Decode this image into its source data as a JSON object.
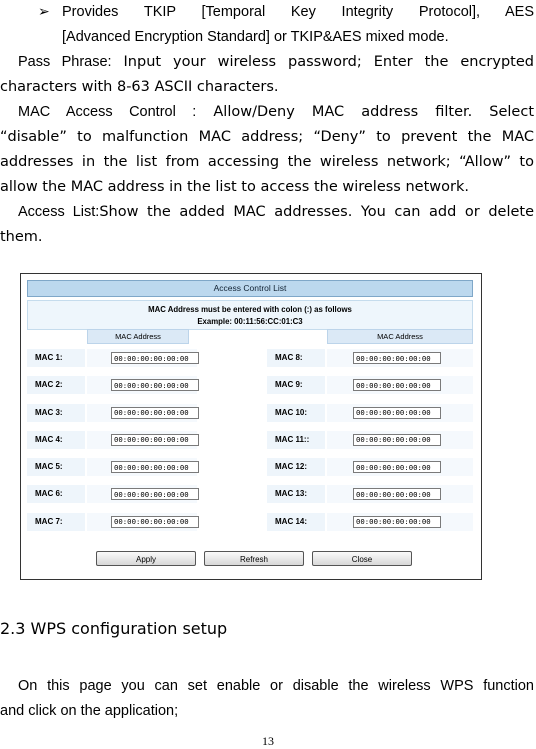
{
  "bullet": {
    "mark": "➢",
    "line1": "Provides TKIP [Temporal Key Integrity Protocol], AES",
    "line2": "[Advanced Encryption Standard] or TKIP&AES mixed mode."
  },
  "pass_phrase": {
    "label": "Pass Phrase:",
    "line1": " Input your wireless password; Enter the encrypted",
    "line2": "characters with 8-63 ASCII characters."
  },
  "mac_control": {
    "label": "MAC Access Control :",
    "line1": " Allow/Deny MAC address filter. Select",
    "line2": "“disable” to malfunction MAC address; “Deny” to prevent the MAC",
    "line3": "addresses in the list from accessing the wireless network; “Allow” to",
    "line4": "allow the MAC address in the list to access the wireless network."
  },
  "access_list": {
    "label": "Access List:",
    "line1": "Show the added MAC addresses. You can add or delete",
    "line2": "them."
  },
  "acl": {
    "title": "Access Control List",
    "note_line1": "MAC Address must be entered with colon (:) as follows",
    "note_line2": "Example: 00:11:56:CC:01:C3",
    "col_header": "MAC Address",
    "left_rows": [
      {
        "label": "MAC 1:",
        "value": "00:00:00:00:00:00"
      },
      {
        "label": "MAC 2:",
        "value": "00:00:00:00:00:00"
      },
      {
        "label": "MAC 3:",
        "value": "00:00:00:00:00:00"
      },
      {
        "label": "MAC 4:",
        "value": "00:00:00:00:00:00"
      },
      {
        "label": "MAC 5:",
        "value": "00:00:00:00:00:00"
      },
      {
        "label": "MAC 6:",
        "value": "00:00:00:00:00:00"
      },
      {
        "label": "MAC 7:",
        "value": "00:00:00:00:00:00"
      }
    ],
    "right_rows": [
      {
        "label": "MAC 8:",
        "value": "00:00:00:00:00:00"
      },
      {
        "label": "MAC 9:",
        "value": "00:00:00:00:00:00"
      },
      {
        "label": "MAC 10:",
        "value": "00:00:00:00:00:00"
      },
      {
        "label": "MAC 11::",
        "value": "00:00:00:00:00:00"
      },
      {
        "label": "MAC 12:",
        "value": "00:00:00:00:00:00"
      },
      {
        "label": "MAC 13:",
        "value": "00:00:00:00:00:00"
      },
      {
        "label": "MAC 14:",
        "value": "00:00:00:00:00:00"
      }
    ],
    "buttons": {
      "apply": "Apply",
      "refresh": "Refresh",
      "close": "Close"
    }
  },
  "section": {
    "heading": "2.3 WPS configuration setup",
    "line1": "On this page you can set enable or disable the wireless WPS function",
    "line2": "and click on the application;"
  },
  "page_number": "13"
}
